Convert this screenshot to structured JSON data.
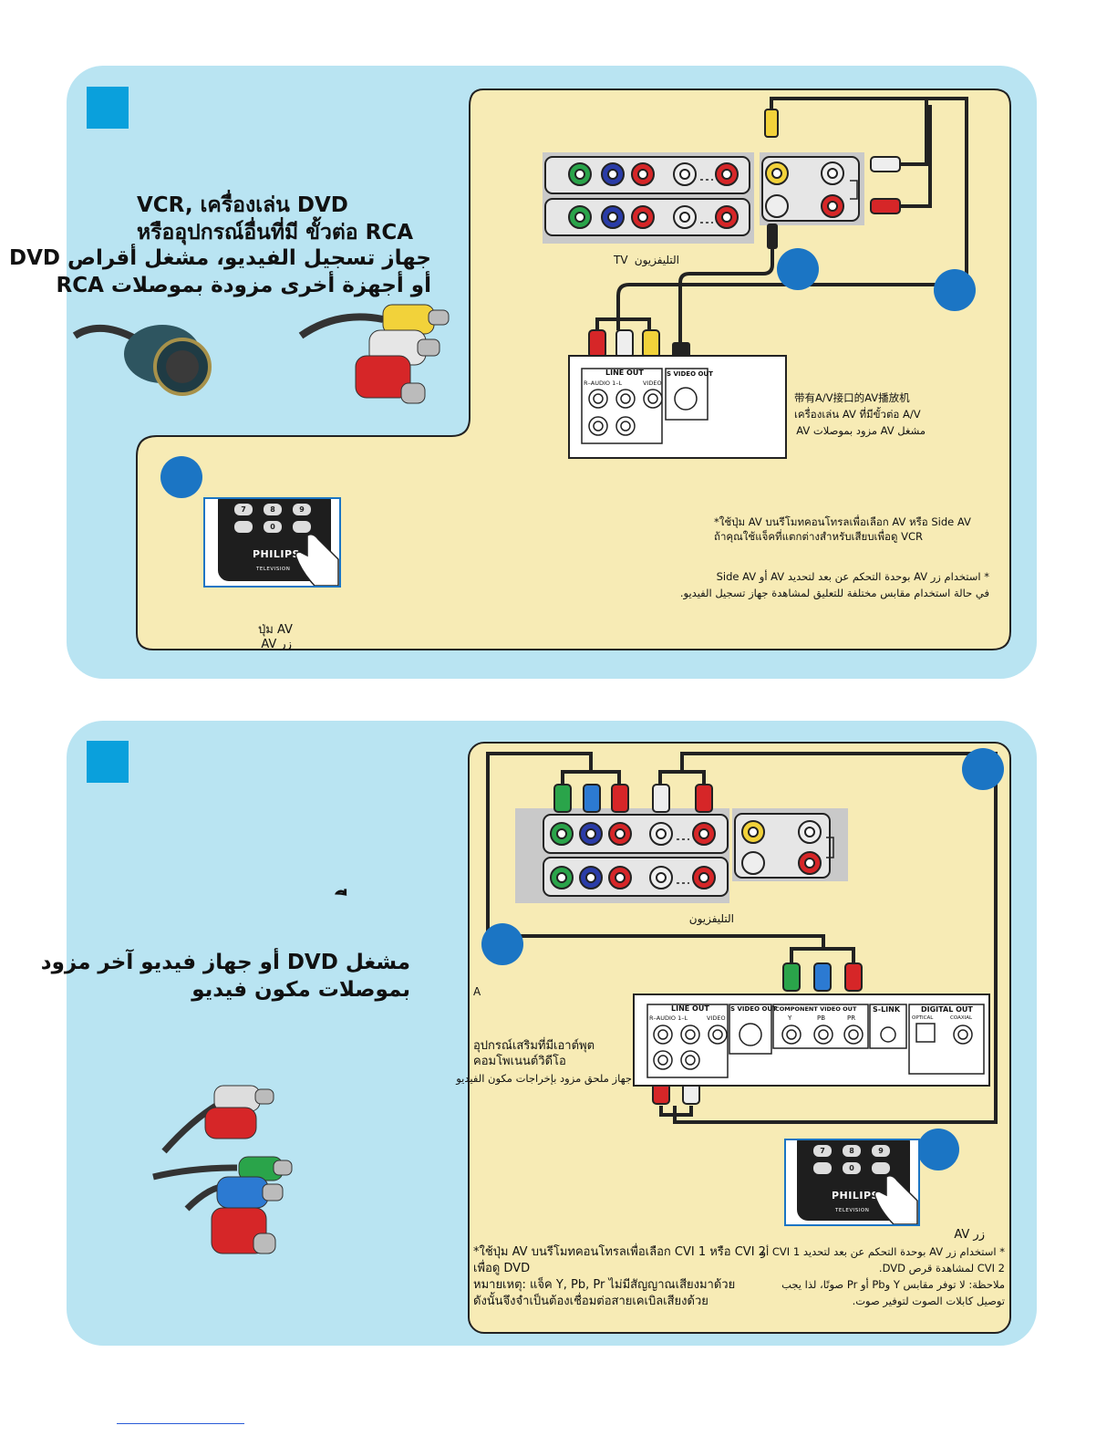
{
  "panel1": {
    "heading_th_1": "VCR, เครื่องเล่น DVD",
    "heading_th_2": "หรืออุปกรณ์อื่นที่มี ขั้วต่อ RCA",
    "heading_ar_1": "جهاز تسجيل الفيديو، مشغل أقراص DVD",
    "heading_ar_2": "أو أجهزة أخرى مزودة بموصلات RCA",
    "tv_label_en": "TV",
    "tv_label_ar": "التليفزيون",
    "player_label_zh": "带有A/V接口的AV播放机",
    "player_label_th": "เครื่องเล่น AV ที่มีขั้วต่อ A/V",
    "player_label_ar": "مشغل AV مزود بموصلات AV",
    "note_th_1": "*ใช้ปุ่ม AV บนรีโมทคอนโทรลเพื่อเลือก  AV หรือ Side AV",
    "note_th_2": "ถ้าคุณใช้แจ็คที่แตกต่างสำหรับเสียบเพื่อดู VCR",
    "note_ar_1": "* استخدام زر AV بوحدة التحكم عن بعد لتحديد AV أو Side AV",
    "note_ar_2": "في حالة استخدام مقابس مختلفة للتعليق لمشاهدة جهاز تسجيل الفيديو.",
    "button_th": "ปุ่ม AV",
    "button_ar": "زر AV",
    "back_panel": {
      "line_out": "LINE OUT",
      "svideo_out": "S VIDEO OUT",
      "audio": "R–AUDIO 1–L",
      "video": "VIDEO"
    }
  },
  "panel2": {
    "stray_glyph": "ี",
    "heading_ar_1": "مشغل DVD أو جهاز فيديو آخر مزود",
    "heading_ar_2": "بموصلات مكون فيديو",
    "tv_label_ar": "التليفزيون",
    "small_a": "A",
    "device_th_1": "อุปกรณ์เสริมที่มีเอาต์พุต",
    "device_th_2": "คอมโพเนนต์วิดีโอ",
    "device_ar": "جهاز ملحق مزود بإخراجات مكون الفيديو",
    "button_ar": "زر AV",
    "note_th_1": "*ใช้ปุ่ม AV บนรีโมทคอนโทรลเพื่อเลือก CVI 1 หรือ CVI 2",
    "note_th_2": "เพื่อดู DVD",
    "note_th_3": "หมายเหตุ:  แจ็ค Y, Pb, Pr ไม่มีสัญญาณเสียงมาด้วย",
    "note_th_4": "ดังนั้นจึงจำเป็นต้องเชื่อมต่อสายเคเบิลเสียงด้วย",
    "note_ar_1": "* استخدام زر AV بوحدة التحكم عن بعد لتحديد CVI 1 أو",
    "note_ar_2": "CVI 2 لمشاهدة قرص DVD.",
    "note_ar_3": "ملاحظة: لا توفر مقابس Y وPb أو Pr صوتًا، لذا يجب",
    "note_ar_4": "توصيل كابلات الصوت لتوفير صوت.",
    "back_panel": {
      "line_out": "LINE OUT",
      "svideo_out": "S VIDEO OUT",
      "component": "COMPONENT VIDEO OUT",
      "slink": "S-LINK",
      "digital_out": "DIGITAL OUT",
      "optical": "OPTICAL",
      "coaxial": "COAXIAL",
      "audio": "R–AUDIO 1–L",
      "video": "VIDEO",
      "y": "Y",
      "pb": "PB",
      "pr": "PR"
    }
  },
  "remote": {
    "keys_row": [
      "7",
      "8",
      "9"
    ],
    "key_zero": "0",
    "brand": "PHILIPS",
    "sub": "TELEVISION"
  },
  "colors": {
    "panel_blue": "#b9e4f2",
    "cream": "#f7ebb5",
    "marker_blue": "#1b75c4",
    "step_square": "#0aa0dc"
  }
}
